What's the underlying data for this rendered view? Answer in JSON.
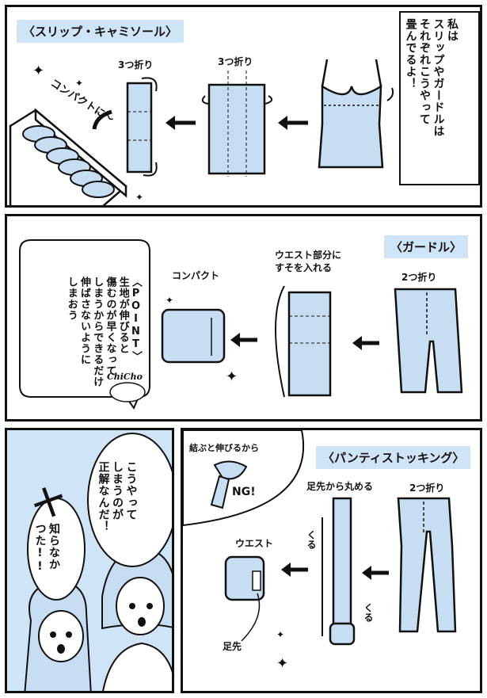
{
  "panel1": {
    "title": "〈スリップ・キャミソール〉",
    "narration": [
      "私は",
      "スリップやガードルは",
      "それぞれこうやって",
      "畳んでるよ！"
    ],
    "label_fold_left": "3つ折り",
    "label_fold_mid": "3つ折り",
    "label_compact": "コンパクトに〜"
  },
  "panel2": {
    "title": "〈ガードル〉",
    "label_fold": "2つ折り",
    "label_waist": [
      "ウエスト部分に",
      "すそを入れる"
    ],
    "label_compact": "コンパクト",
    "point": [
      "〈POINT〉",
      "生地が伸びると",
      "傷むのが早くなって",
      "しまうからできるだけ",
      "伸ばさないように",
      "しまおう"
    ],
    "signature": "ChiCho"
  },
  "panel3": {
    "speech_1": [
      "こうやって",
      "しまうのが",
      "正解なんだ！"
    ],
    "speech_2": [
      "知らなか",
      "つた!!"
    ],
    "effect": "十"
  },
  "panel4": {
    "title": "〈パンティストッキング〉",
    "label_ng_caption": "結ぶと伸びるから",
    "label_ng": "NG!",
    "label_fold": "2つ折り",
    "label_roll": "足先から丸める",
    "label_kuru_1": "くる",
    "label_kuru_2": "くる",
    "label_waist": "ウエスト",
    "label_toe": "足先"
  },
  "colors": {
    "fabric": "#c7def2",
    "accent_box": "#cfe5f7",
    "ink": "#111111"
  }
}
